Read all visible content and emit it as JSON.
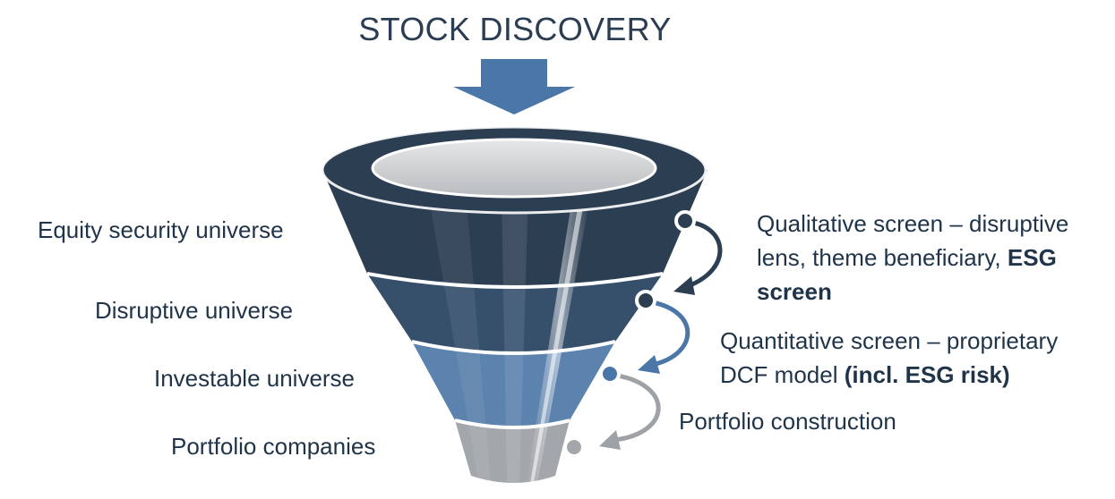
{
  "title": "STOCK DISCOVERY",
  "stages": [
    {
      "label": "Equity security universe",
      "color": "#2c3e52"
    },
    {
      "label": "Disruptive universe",
      "color": "#35506e"
    },
    {
      "label": "Investable universe",
      "color": "#5a80ad"
    },
    {
      "label": "Portfolio companies",
      "color": "#9ea2a6"
    }
  ],
  "annotations": [
    {
      "text": "Qualitative screen – disruptive lens, theme beneficiary,",
      "bold": "ESG screen"
    },
    {
      "text": "Quantitative screen – proprietary DCF model",
      "bold": "(incl. ESG risk)"
    },
    {
      "text": "Portfolio construction",
      "bold": ""
    }
  ],
  "colors": {
    "arrow_blue": "#4a76a8",
    "text": "#1f3349",
    "connector_dark": "#2c3e52",
    "connector_mid": "#4a76a8",
    "connector_grey": "#9ea2a6"
  }
}
